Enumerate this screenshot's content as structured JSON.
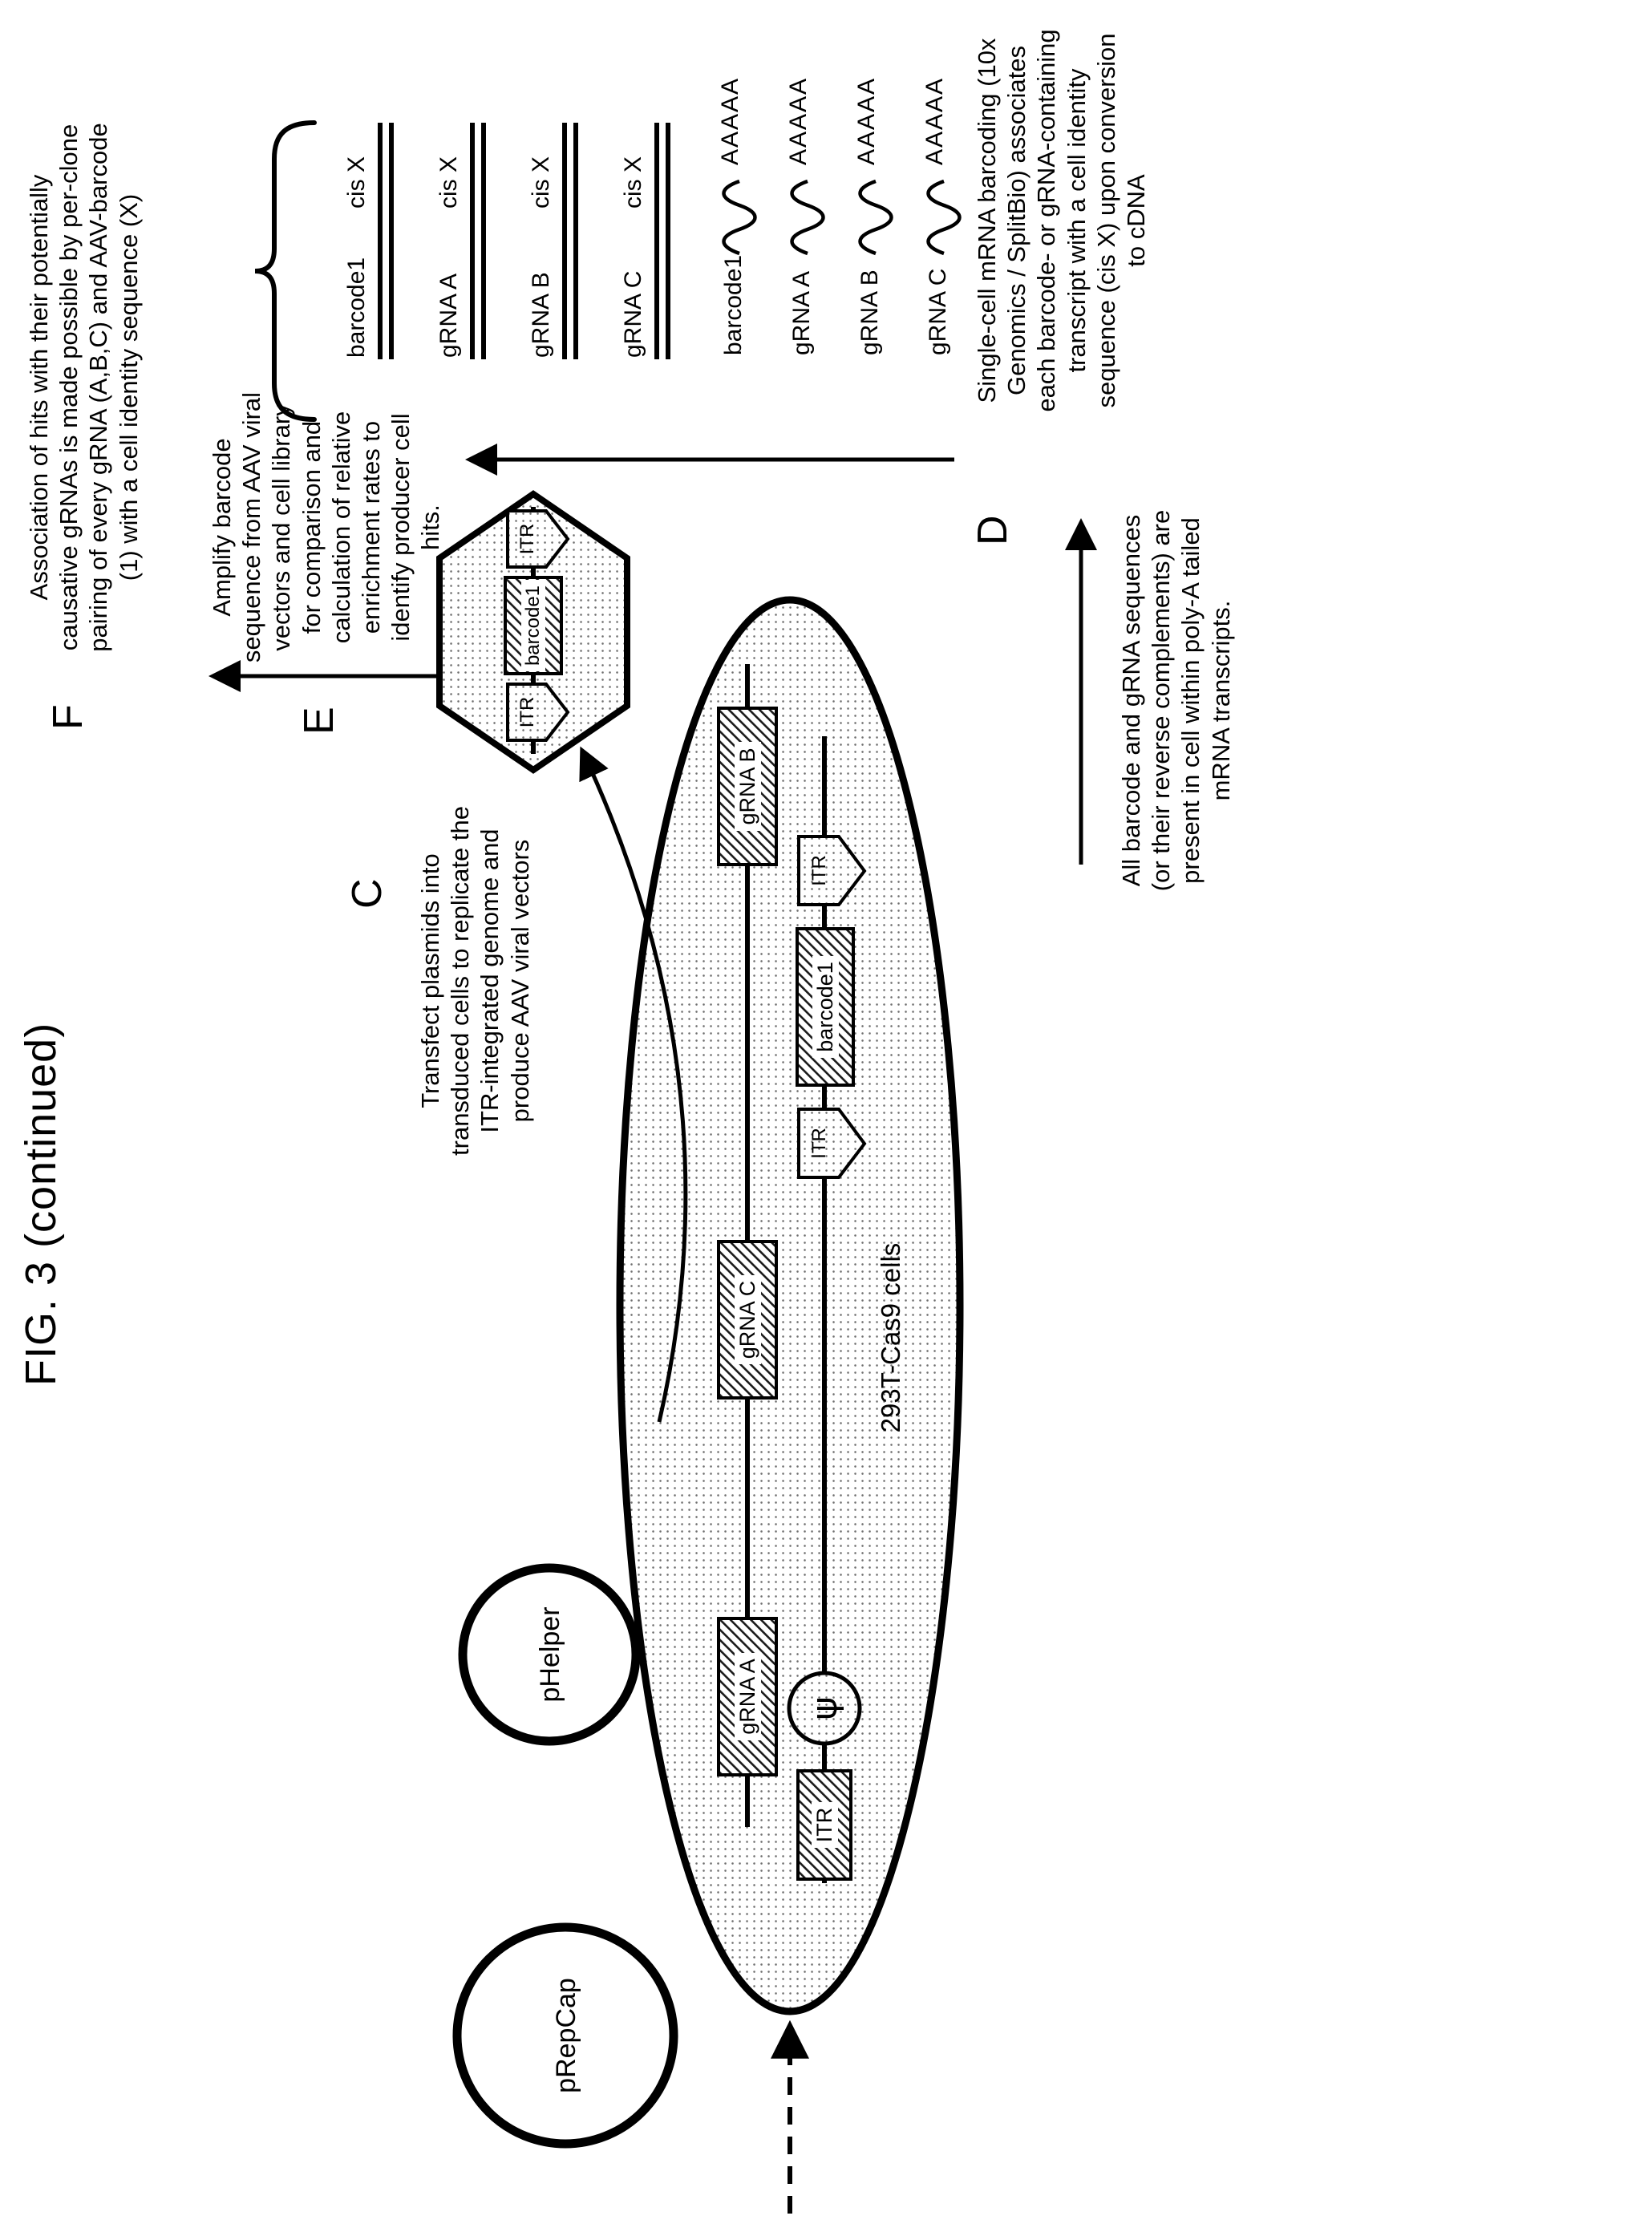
{
  "figure": {
    "label": "FIG. 3 (continued)"
  },
  "steps": {
    "c": {
      "letter": "C",
      "text": "Transfect plasmids into transduced cells to replicate the ITR-integrated genome and produce AAV viral vectors"
    },
    "d": {
      "letter": "D",
      "text": "Single-cell mRNA barcoding (10x Genomics / SplitBio) associates each barcode- or gRNA-containing transcript with a cell identity sequence (cis X) upon conversion to cDNA"
    },
    "e": {
      "letter": "E",
      "text": "Amplify barcode sequence from AAV viral vectors and cell library for comparison and calculation of relative enrichment rates to identify producer cell hits."
    },
    "f": {
      "letter": "F",
      "text": "Association of hits with their potentially causative gRNAs is made possible by per-clone pairing of every gRNA (A,B,C) and AAV-barcode (1) with a cell identity sequence (X)"
    }
  },
  "note_transcripts": "All barcode and gRNA sequences (or their reverse complements) are present in cell within poly-A tailed mRNA transcripts.",
  "plasmids": {
    "rep_cap": "pRepCap",
    "helper": "pHelper"
  },
  "cell": {
    "label": "293T-Cas9 cells",
    "guide_cassettes": [
      "gRNA A",
      "gRNA C",
      "gRNA B"
    ],
    "genome_elements": [
      "ITR",
      "ψ",
      "ITR",
      "barcode1",
      "ITR"
    ]
  },
  "aav_vector": {
    "itr_left": "ITR",
    "payload": "barcode1",
    "itr_right": "ITR"
  },
  "readout_duplexes": [
    {
      "name": "barcode1",
      "tag": "cis X"
    },
    {
      "name": "gRNA A",
      "tag": "cis X"
    },
    {
      "name": "gRNA B",
      "tag": "cis X"
    },
    {
      "name": "gRNA C",
      "tag": "cis X"
    }
  ],
  "transcripts": [
    {
      "name": "barcode1",
      "tail": "AAAAA"
    },
    {
      "name": "gRNA A",
      "tail": "AAAAA"
    },
    {
      "name": "gRNA B",
      "tail": "AAAAA"
    },
    {
      "name": "gRNA C",
      "tail": "AAAAA"
    }
  ]
}
